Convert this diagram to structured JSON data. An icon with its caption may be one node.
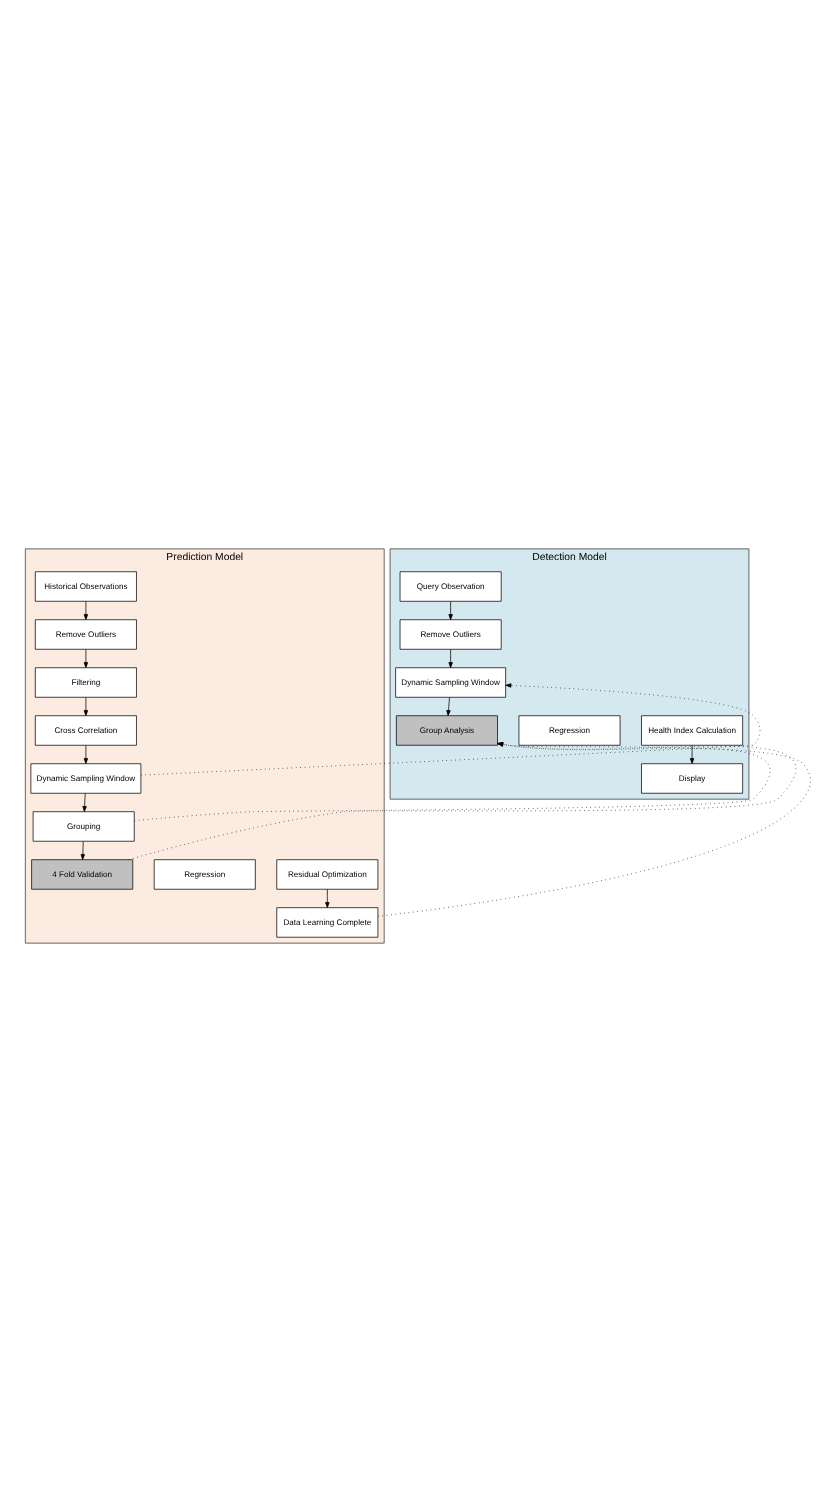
{
  "diagram": {
    "nodes": [
      {
        "text": [
          "Prediction Model"
        ]
      },
      {
        "text": [
          "Historical Observations"
        ],
        "in": 0
      },
      {
        "text": [
          "Remove Outliers"
        ],
        "in": 0
      },
      {
        "text": [
          "Filtering"
        ],
        "in": 0
      },
      {
        "text": [
          "Cross Correlation"
        ],
        "in": 0
      },
      {
        "text": [
          "Dynamic Sampling Window"
        ],
        "in": 0
      },
      {
        "text": [
          "Grouping"
        ],
        "in": 0
      },
      {
        "text": [
          "4 Fold Validation"
        ],
        "in": 0
      },
      {
        "text": [
          "Regression"
        ],
        "in": 0
      },
      {
        "text": [
          "Residual Optimization"
        ],
        "in": 0
      },
      {
        "text": [
          "Data Learning Complete"
        ],
        "in": 0
      },
      {
        "text": [
          "Detection Model"
        ]
      },
      {
        "text": [
          "Query Observation"
        ],
        "in": 11
      },
      {
        "text": [
          "Remove Outliers"
        ],
        "in": 11
      },
      {
        "text": [
          "Dynamic Sampling Window"
        ],
        "in": 11
      },
      {
        "text": [
          "Group Analysis"
        ],
        "in": 11
      },
      {
        "text": [
          "Regression"
        ],
        "in": 11
      },
      {
        "text": [
          "Health Index Calculation"
        ],
        "in": 11
      },
      {
        "text": [
          "Display"
        ],
        "in": 11
      }
    ],
    "edges": [
      {
        "from": 1,
        "to": 2,
        "arrow": "to"
      },
      {
        "from": 2,
        "to": 3,
        "arrow": "to"
      },
      {
        "from": 3,
        "to": 4,
        "arrow": "to"
      },
      {
        "from": 4,
        "to": 5,
        "arrow": "to"
      },
      {
        "from": 5,
        "to": 6,
        "arrow": "to"
      },
      {
        "from": 6,
        "to": 7,
        "arrow": "to"
      },
      {
        "from": 9,
        "to": 10,
        "arrow": "to"
      },
      {
        "from": 12,
        "to": 13,
        "arrow": "to"
      },
      {
        "from": 13,
        "to": 14,
        "arrow": "to"
      },
      {
        "from": 14,
        "to": 15,
        "arrow": "to"
      },
      {
        "from": 17,
        "to": 18,
        "arrow": "to"
      },
      {
        "from": 5,
        "to": 14,
        "arrow": "to",
        "style": "dashed"
      },
      {
        "from": 6,
        "to": 15,
        "arrow": "to",
        "style": "dashed"
      },
      {
        "from": 7,
        "to": 15,
        "arrow": "to",
        "style": "dashed"
      },
      {
        "from": 10,
        "to": 15,
        "arrow": "to",
        "style": "dashed"
      }
    ]
  }
}
